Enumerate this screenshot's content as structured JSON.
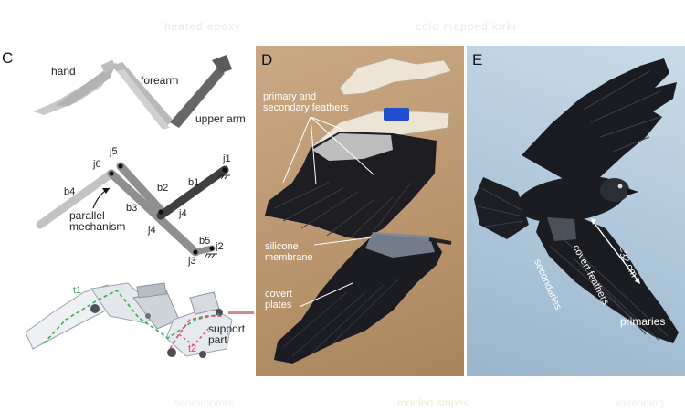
{
  "faded_top": {
    "left": "heated epoxy",
    "right": "cold mapped kirki"
  },
  "faded_bottom": {
    "left": "servomotors",
    "middle": "molded stripes",
    "right": "extending"
  },
  "panel_c": {
    "letter": "C",
    "skeleton_labels": {
      "hand": "hand",
      "forearm": "forearm",
      "upper_arm": "upper arm"
    },
    "mechanism": {
      "joints": [
        "j1",
        "j2",
        "j3",
        "j4",
        "j4",
        "j5",
        "j6"
      ],
      "bars": [
        "b1",
        "b2",
        "b3",
        "b4",
        "b5"
      ],
      "annotation": [
        "parallel",
        "mechanism"
      ]
    },
    "model": {
      "t1": "t1",
      "t2": "t2",
      "support_part": [
        "support",
        "part"
      ]
    },
    "colors": {
      "skeleton": "#b7b7b7",
      "skeleton_dark": "#6a6a6a",
      "bar_light": "#c3c3c3",
      "bar_mid": "#8f8f8f",
      "bar_dark": "#3f3f3f",
      "t1_path": "#2fb34a",
      "t2_path": "#e0457b"
    }
  },
  "panel_d": {
    "letter": "D",
    "labels": {
      "primary_secondary": [
        "primary and",
        "secondary feathers"
      ],
      "membrane": [
        "silicone",
        "membrane"
      ],
      "covert": [
        "covert",
        "plates"
      ]
    }
  },
  "panel_e": {
    "letter": "E",
    "labels": {
      "covert_feathers": "covert feathers",
      "scale": "~32 cm",
      "secondaries": "secondaries",
      "primaries": "primaries"
    }
  }
}
